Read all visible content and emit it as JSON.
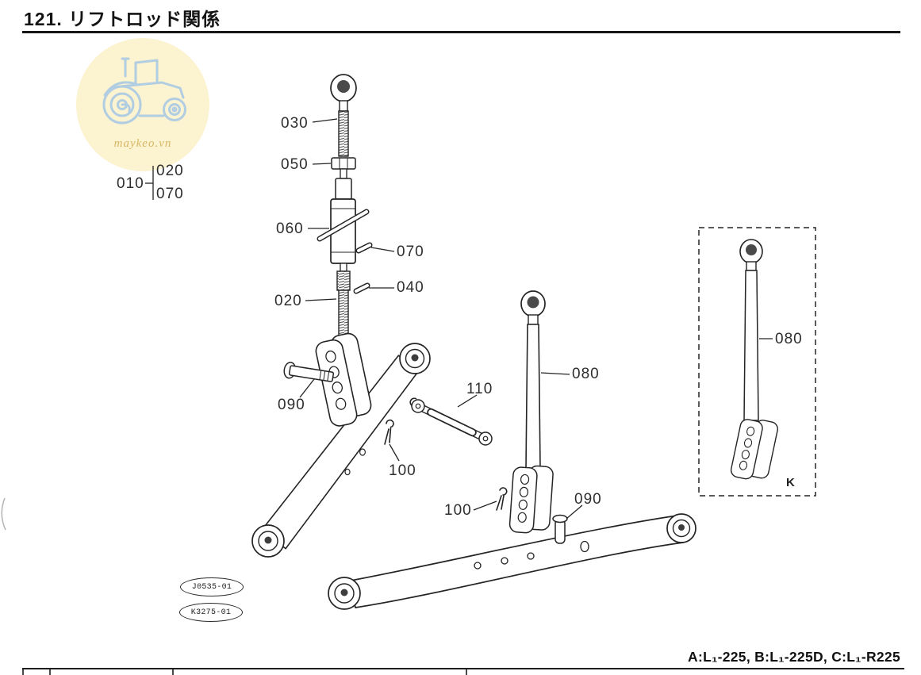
{
  "page": {
    "section_number_title": "121. リフトロッド関係",
    "variant_note": "A:L₁-225, B:L₁-225D, C:L₁-R225"
  },
  "watermark": {
    "text": "maykeo.vn"
  },
  "callouts": {
    "c030": "030",
    "c050": "050",
    "c010": "010",
    "c020_group": "020",
    "c070_group": "070",
    "c060": "060",
    "c070": "070",
    "c040": "040",
    "c020": "020",
    "c090_left": "090",
    "c100_left": "100",
    "c110": "110",
    "c080_main": "080",
    "c100_right": "100",
    "c090_right": "090",
    "c080_inset": "080",
    "inset_key": "K"
  },
  "stamps": {
    "stamp1": "J0535-01",
    "stamp2": "K3275-01"
  }
}
